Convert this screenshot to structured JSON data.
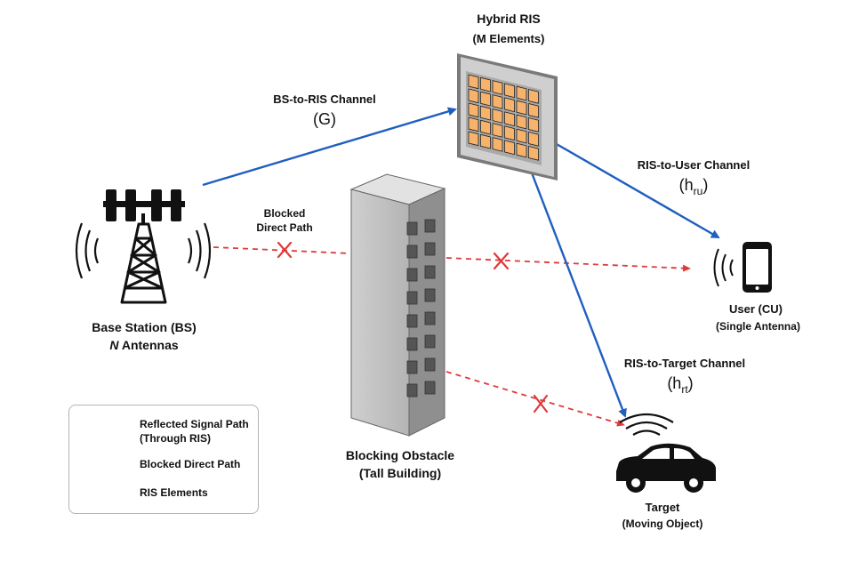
{
  "ris": {
    "title": "Hybrid RIS",
    "subtitle": "(M Elements)"
  },
  "bs": {
    "label": "Base Station (BS)",
    "antennas_var": "N",
    "antennas_text": " Antennas"
  },
  "channels": {
    "g": {
      "label": "BS-to-RIS Channel",
      "symbol": "(G)"
    },
    "ru": {
      "label": "RIS-to-User Channel",
      "symbol_open": "(h",
      "symbol_sub": "ru",
      "symbol_close": ")"
    },
    "rt": {
      "label": "RIS-to-Target Channel",
      "symbol_open": "(h",
      "symbol_sub": "rt",
      "symbol_close": ")"
    }
  },
  "blocked": {
    "line1": "Blocked",
    "line2": "Direct Path"
  },
  "obstacle": {
    "line1": "Blocking Obstacle",
    "line2": "(Tall Building)"
  },
  "user": {
    "line1": "User (CU)",
    "line2": "(Single Antenna)"
  },
  "target": {
    "line1": "Target",
    "line2": "(Moving Object)"
  },
  "legend": {
    "reflected_line1": "Reflected Signal Path",
    "reflected_line2": "(Through RIS)",
    "blocked": "Blocked Direct Path",
    "ris_elements": "RIS Elements"
  },
  "colors": {
    "reflected": "#1f5fbf",
    "blocked": "#e0393a",
    "ris_element": "#f7b36b",
    "building": "#bdbdbd"
  },
  "icons": [
    "tower-icon",
    "phone-icon",
    "car-icon",
    "building-icon",
    "ris-panel-icon"
  ]
}
